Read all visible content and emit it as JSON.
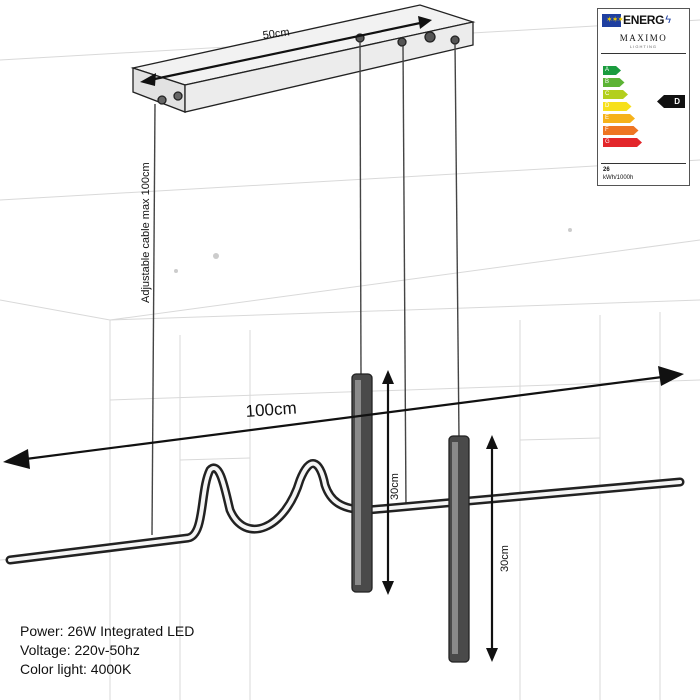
{
  "dimensions": {
    "canopy_width": "50cm",
    "total_width": "100cm",
    "cable": "Adjustable cable max 100cm",
    "pendant_a": "30cm",
    "pendant_b": "30cm"
  },
  "specs": {
    "power": "Power: 26W Integrated LED",
    "voltage": "Voltage: 220v-50hz",
    "color_light": "Color light: 4000K"
  },
  "energy_label": {
    "title": "ENERG",
    "brand": "MAXIMO",
    "brand_sub": "LIGHTING",
    "classes": [
      {
        "letter": "A",
        "color": "#1a9c3e"
      },
      {
        "letter": "B",
        "color": "#5cb335"
      },
      {
        "letter": "C",
        "color": "#b3cf1d"
      },
      {
        "letter": "D",
        "color": "#f7e01b"
      },
      {
        "letter": "E",
        "color": "#f6b21a"
      },
      {
        "letter": "F",
        "color": "#ee7523"
      },
      {
        "letter": "G",
        "color": "#e3262a"
      }
    ],
    "rating": "D",
    "consumption": "26",
    "unit": "kWh/1000h"
  },
  "icons": [
    "eu-flag-icon",
    "energy-bolt-icon"
  ]
}
